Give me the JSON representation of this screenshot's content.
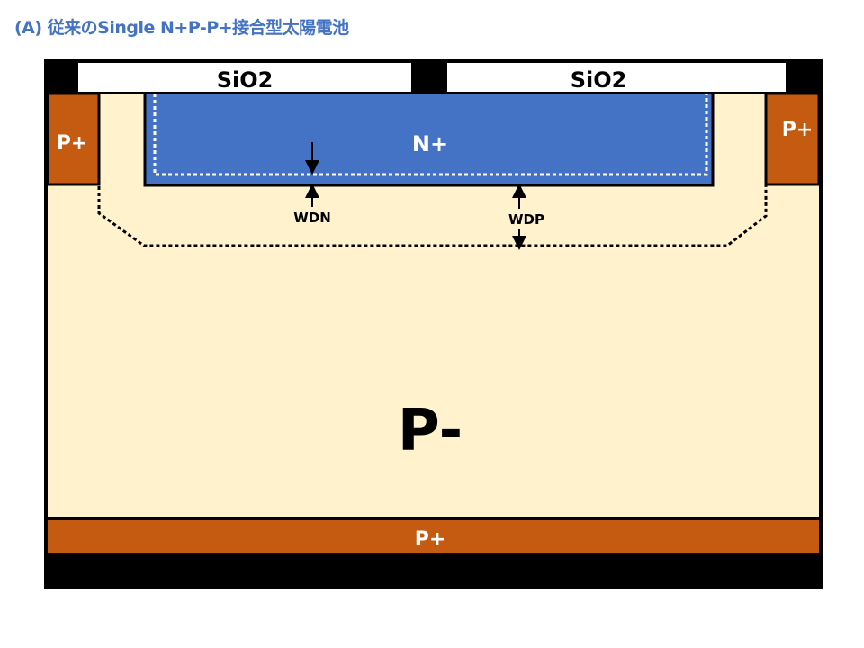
{
  "title": "(A) 従来のSingle N+P-P+接合型太陽電池",
  "labels": {
    "sio2_left": "SiO2",
    "sio2_right": "SiO2",
    "p_plus_left": "P+",
    "p_plus_right": "P+",
    "n_plus": "N+",
    "p_minus": "P-",
    "p_plus_bottom": "P+",
    "wdn": "WDN",
    "wdp": "WDP"
  },
  "colors": {
    "title": "#4472C4",
    "n_plus": "#4472C4",
    "p_plus": "#C55A11",
    "p_minus": "#FFF2CC",
    "frame": "#000000"
  }
}
